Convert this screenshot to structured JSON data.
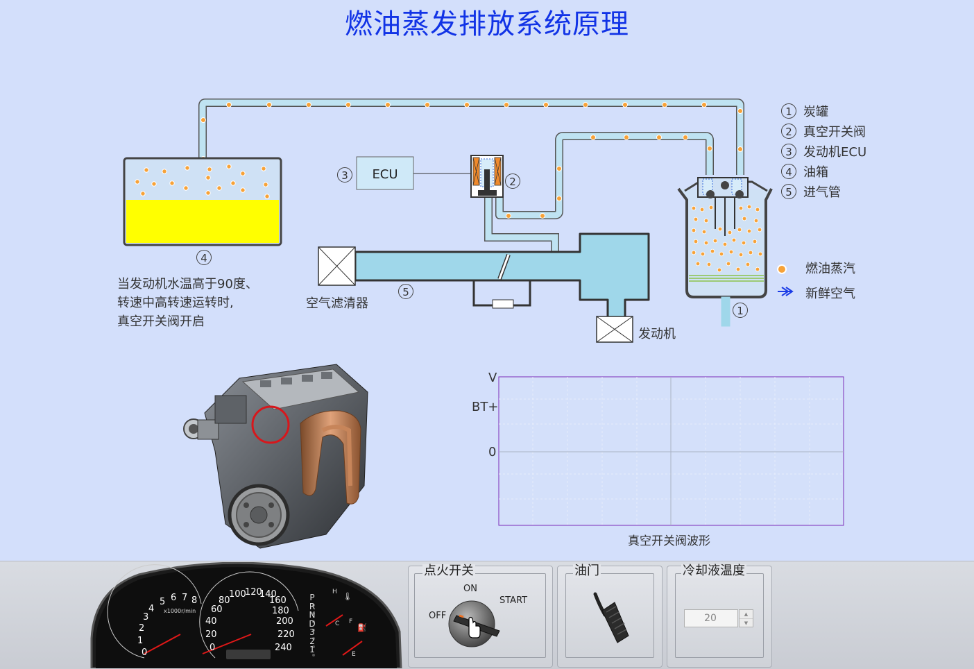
{
  "title": "燃油蒸发排放系统原理",
  "legend": {
    "items": [
      {
        "num": "1",
        "label": "炭罐"
      },
      {
        "num": "2",
        "label": "真空开关阀"
      },
      {
        "num": "3",
        "label": "发动机ECU"
      },
      {
        "num": "4",
        "label": "油箱"
      },
      {
        "num": "5",
        "label": "进气管"
      }
    ],
    "vapor_label": "燃油蒸汽",
    "air_label": "新鲜空气"
  },
  "diagram": {
    "ecu_label": "ECU",
    "air_filter_label": "空气滤清器",
    "engine_label": "发动机",
    "callouts": [
      "1",
      "2",
      "3",
      "4",
      "5"
    ],
    "description_lines": [
      "当发动机水温高于90度、",
      "转速中高转速运转时,",
      "真空开关阀开启"
    ],
    "colors": {
      "vapor": "#f7a238",
      "fuel": "#ffff00",
      "pipe": "#b8dff0",
      "intake": "#9fd7ea",
      "air_arrow": "#1a3be6"
    }
  },
  "chart_data": {
    "type": "line",
    "title": "",
    "xlabel": "真空开关阀波形",
    "ylabel": "V",
    "ytick_labels": [
      "BT+",
      "0"
    ],
    "series": [],
    "grid": true
  },
  "controls": {
    "ignition": {
      "title": "点火开关",
      "positions": [
        "OFF",
        "ON",
        "START"
      ],
      "current": "OFF"
    },
    "throttle": {
      "title": "油门"
    },
    "coolant": {
      "title": "冷却液温度",
      "value": "20"
    }
  },
  "dashboard": {
    "tacho_unit": "x1000r/min",
    "tacho_ticks": [
      "0",
      "1",
      "2",
      "3",
      "4",
      "5",
      "6",
      "7",
      "8"
    ],
    "speed_ticks": [
      "0",
      "20",
      "40",
      "60",
      "80",
      "100",
      "120",
      "140",
      "160",
      "180",
      "200",
      "220",
      "240"
    ],
    "gears": [
      "P",
      "R",
      "N",
      "D",
      "3",
      "2",
      "1"
    ],
    "temp_labels": [
      "H",
      "C"
    ],
    "fuel_labels": [
      "F",
      "E"
    ]
  }
}
